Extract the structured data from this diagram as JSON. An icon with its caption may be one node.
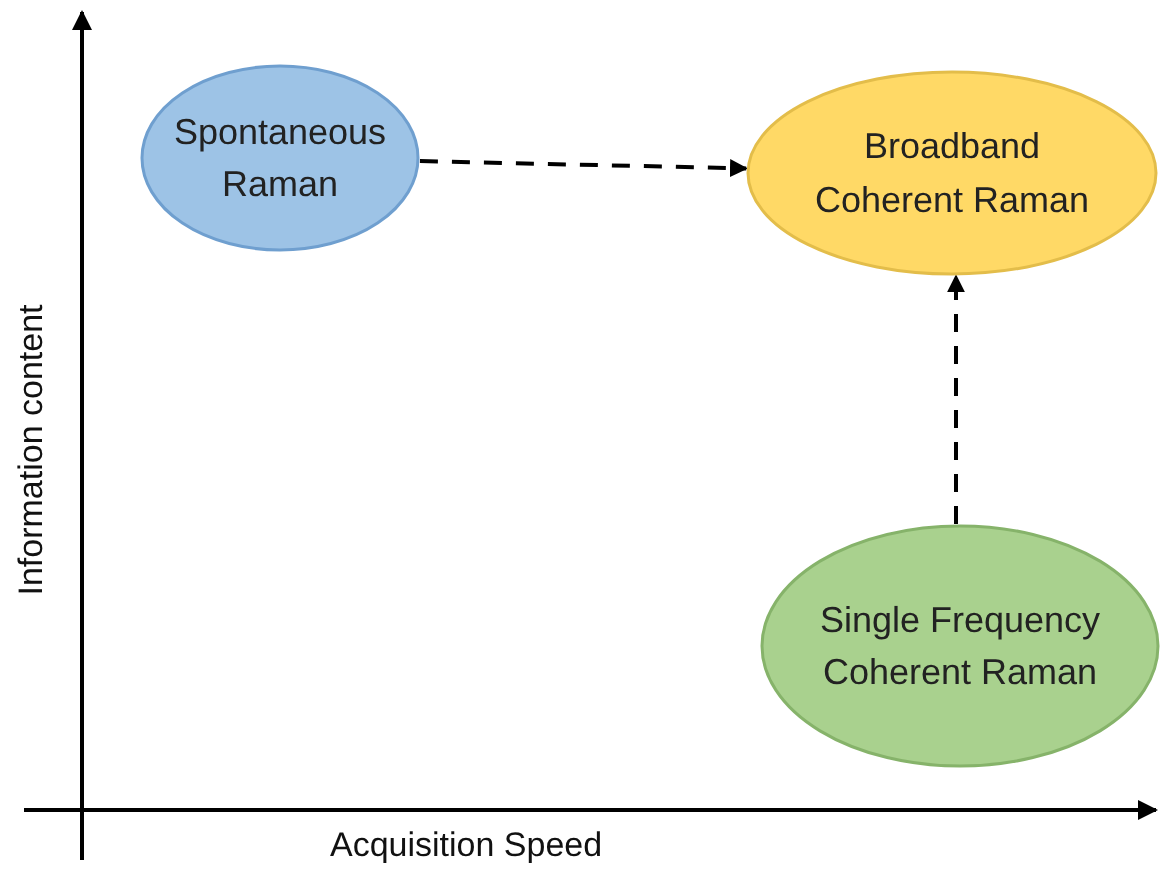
{
  "diagram": {
    "nodes": [
      {
        "text": [
          "Spontaneous Raman"
        ]
      },
      {
        "text": [
          "Broadband Coherent Raman"
        ]
      },
      {
        "text": [
          "Single Frequency Coherent Raman"
        ]
      }
    ],
    "edges": [
      {
        "from": 0,
        "to": 1,
        "arrow": "to",
        "style": "dashed"
      },
      {
        "from": 2,
        "to": 1,
        "arrow": "to",
        "style": "dashed"
      }
    ],
    "labels": [
      "Information content",
      "Acquisition Speed"
    ]
  }
}
